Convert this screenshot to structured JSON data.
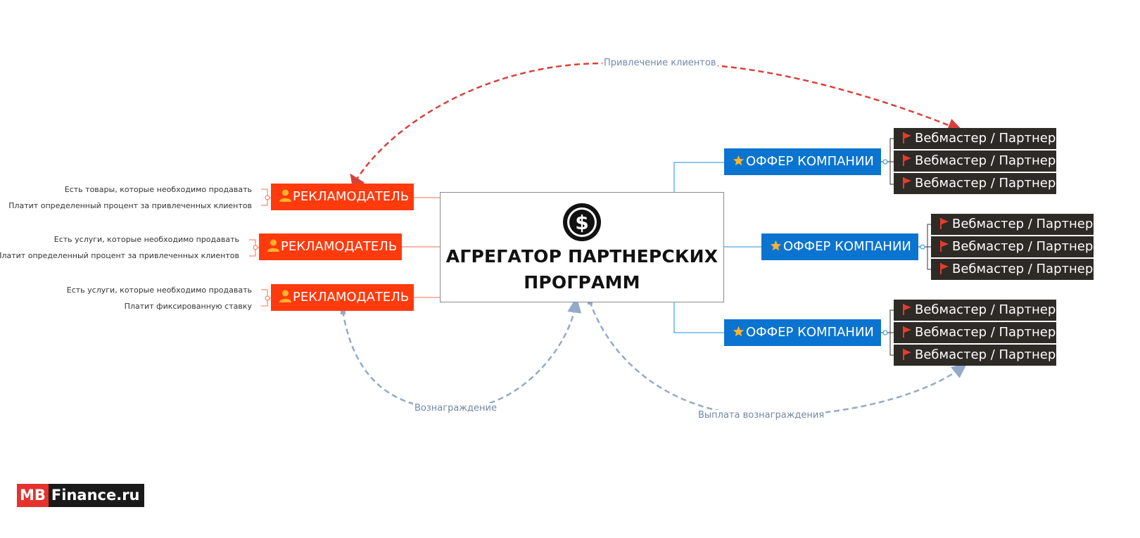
{
  "center": {
    "title_line1": "АГРЕГАТОР ПАРТНЕРСКИХ",
    "title_line2": "ПРОГРАММ",
    "icon": "dollar-icon"
  },
  "advertisers": [
    {
      "label": "РЕКЛАМОДАТЕЛЬ",
      "notes": [
        "Есть товары, которые необходимо продавать",
        "Платит определенный процент за привлеченных клиентов"
      ]
    },
    {
      "label": "РЕКЛАМОДАТЕЛЬ",
      "notes": [
        "Есть услуги, которые необходимо продавать",
        "Платит определенный процент за привлеченных клиентов"
      ]
    },
    {
      "label": "РЕКЛАМОДАТЕЛЬ",
      "notes": [
        "Есть услуги, которые необходимо продавать",
        "Платит фиксированную ставку"
      ]
    }
  ],
  "offers": [
    {
      "label": "ОФФЕР КОМПАНИИ",
      "webmasters": [
        "Вебмастер / Партнер",
        "Вебмастер / Партнер",
        "Вебмастер / Партнер"
      ]
    },
    {
      "label": "ОФФЕР КОМПАНИИ",
      "webmasters": [
        "Вебмастер / Партнер",
        "Вебмастер / Партнер",
        "Вебмастер / Партнер"
      ]
    },
    {
      "label": "ОФФЕР КОМПАНИИ",
      "webmasters": [
        "Вебмастер / Партнер",
        "Вебмастер / Партнер",
        "Вебмастер / Партнер"
      ]
    }
  ],
  "relations": {
    "attract": "Привлечение клиентов",
    "reward": "Вознаграждение",
    "payout": "Выплата вознаграждения"
  },
  "colors": {
    "advertiser": "#ff3a0c",
    "offer": "#0a74d0",
    "webmaster": "#2e2a25",
    "attract_line": "#d9403b",
    "reward_line": "#93aac8"
  },
  "logo": {
    "part1": "MB",
    "part2": "Finance.ru"
  }
}
